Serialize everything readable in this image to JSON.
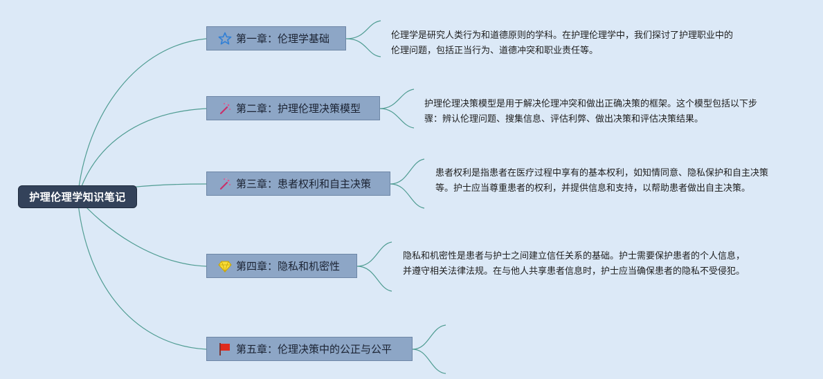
{
  "root": {
    "label": "护理伦理学知识笔记"
  },
  "chapters": [
    {
      "label": "第一章：伦理学基础",
      "icon": "star-icon",
      "description": "伦理学是研究人类行为和道德原则的学科。在护理伦理学中，我们探讨了护理职业中的伦理问题，包括正当行为、道德冲突和职业责任等。"
    },
    {
      "label": "第二章：护理伦理决策模型",
      "icon": "magic-wand-icon",
      "description": "护理伦理决策模型是用于解决伦理冲突和做出正确决策的框架。这个模型包括以下步骤：辨认伦理问题、搜集信息、评估利弊、做出决策和评估决策结果。"
    },
    {
      "label": "第三章：患者权利和自主决策",
      "icon": "magic-wand-icon",
      "description": "患者权利是指患者在医疗过程中享有的基本权利，如知情同意、隐私保护和自主决策等。护士应当尊重患者的权利，并提供信息和支持，以帮助患者做出自主决策。"
    },
    {
      "label": "第四章：隐私和机密性",
      "icon": "diamond-icon",
      "description": "隐私和机密性是患者与护士之间建立信任关系的基础。护士需要保护患者的个人信息，并遵守相关法律法规。在与他人共享患者信息时，护士应当确保患者的隐私不受侵犯。"
    },
    {
      "label": "第五章：伦理决策中的公正与公平",
      "icon": "flag-icon",
      "description": ""
    }
  ],
  "colors": {
    "background": "#dce9f7",
    "root_fill": "#33425a",
    "chapter_fill": "#8da6c6",
    "line": "#4f9c92"
  }
}
